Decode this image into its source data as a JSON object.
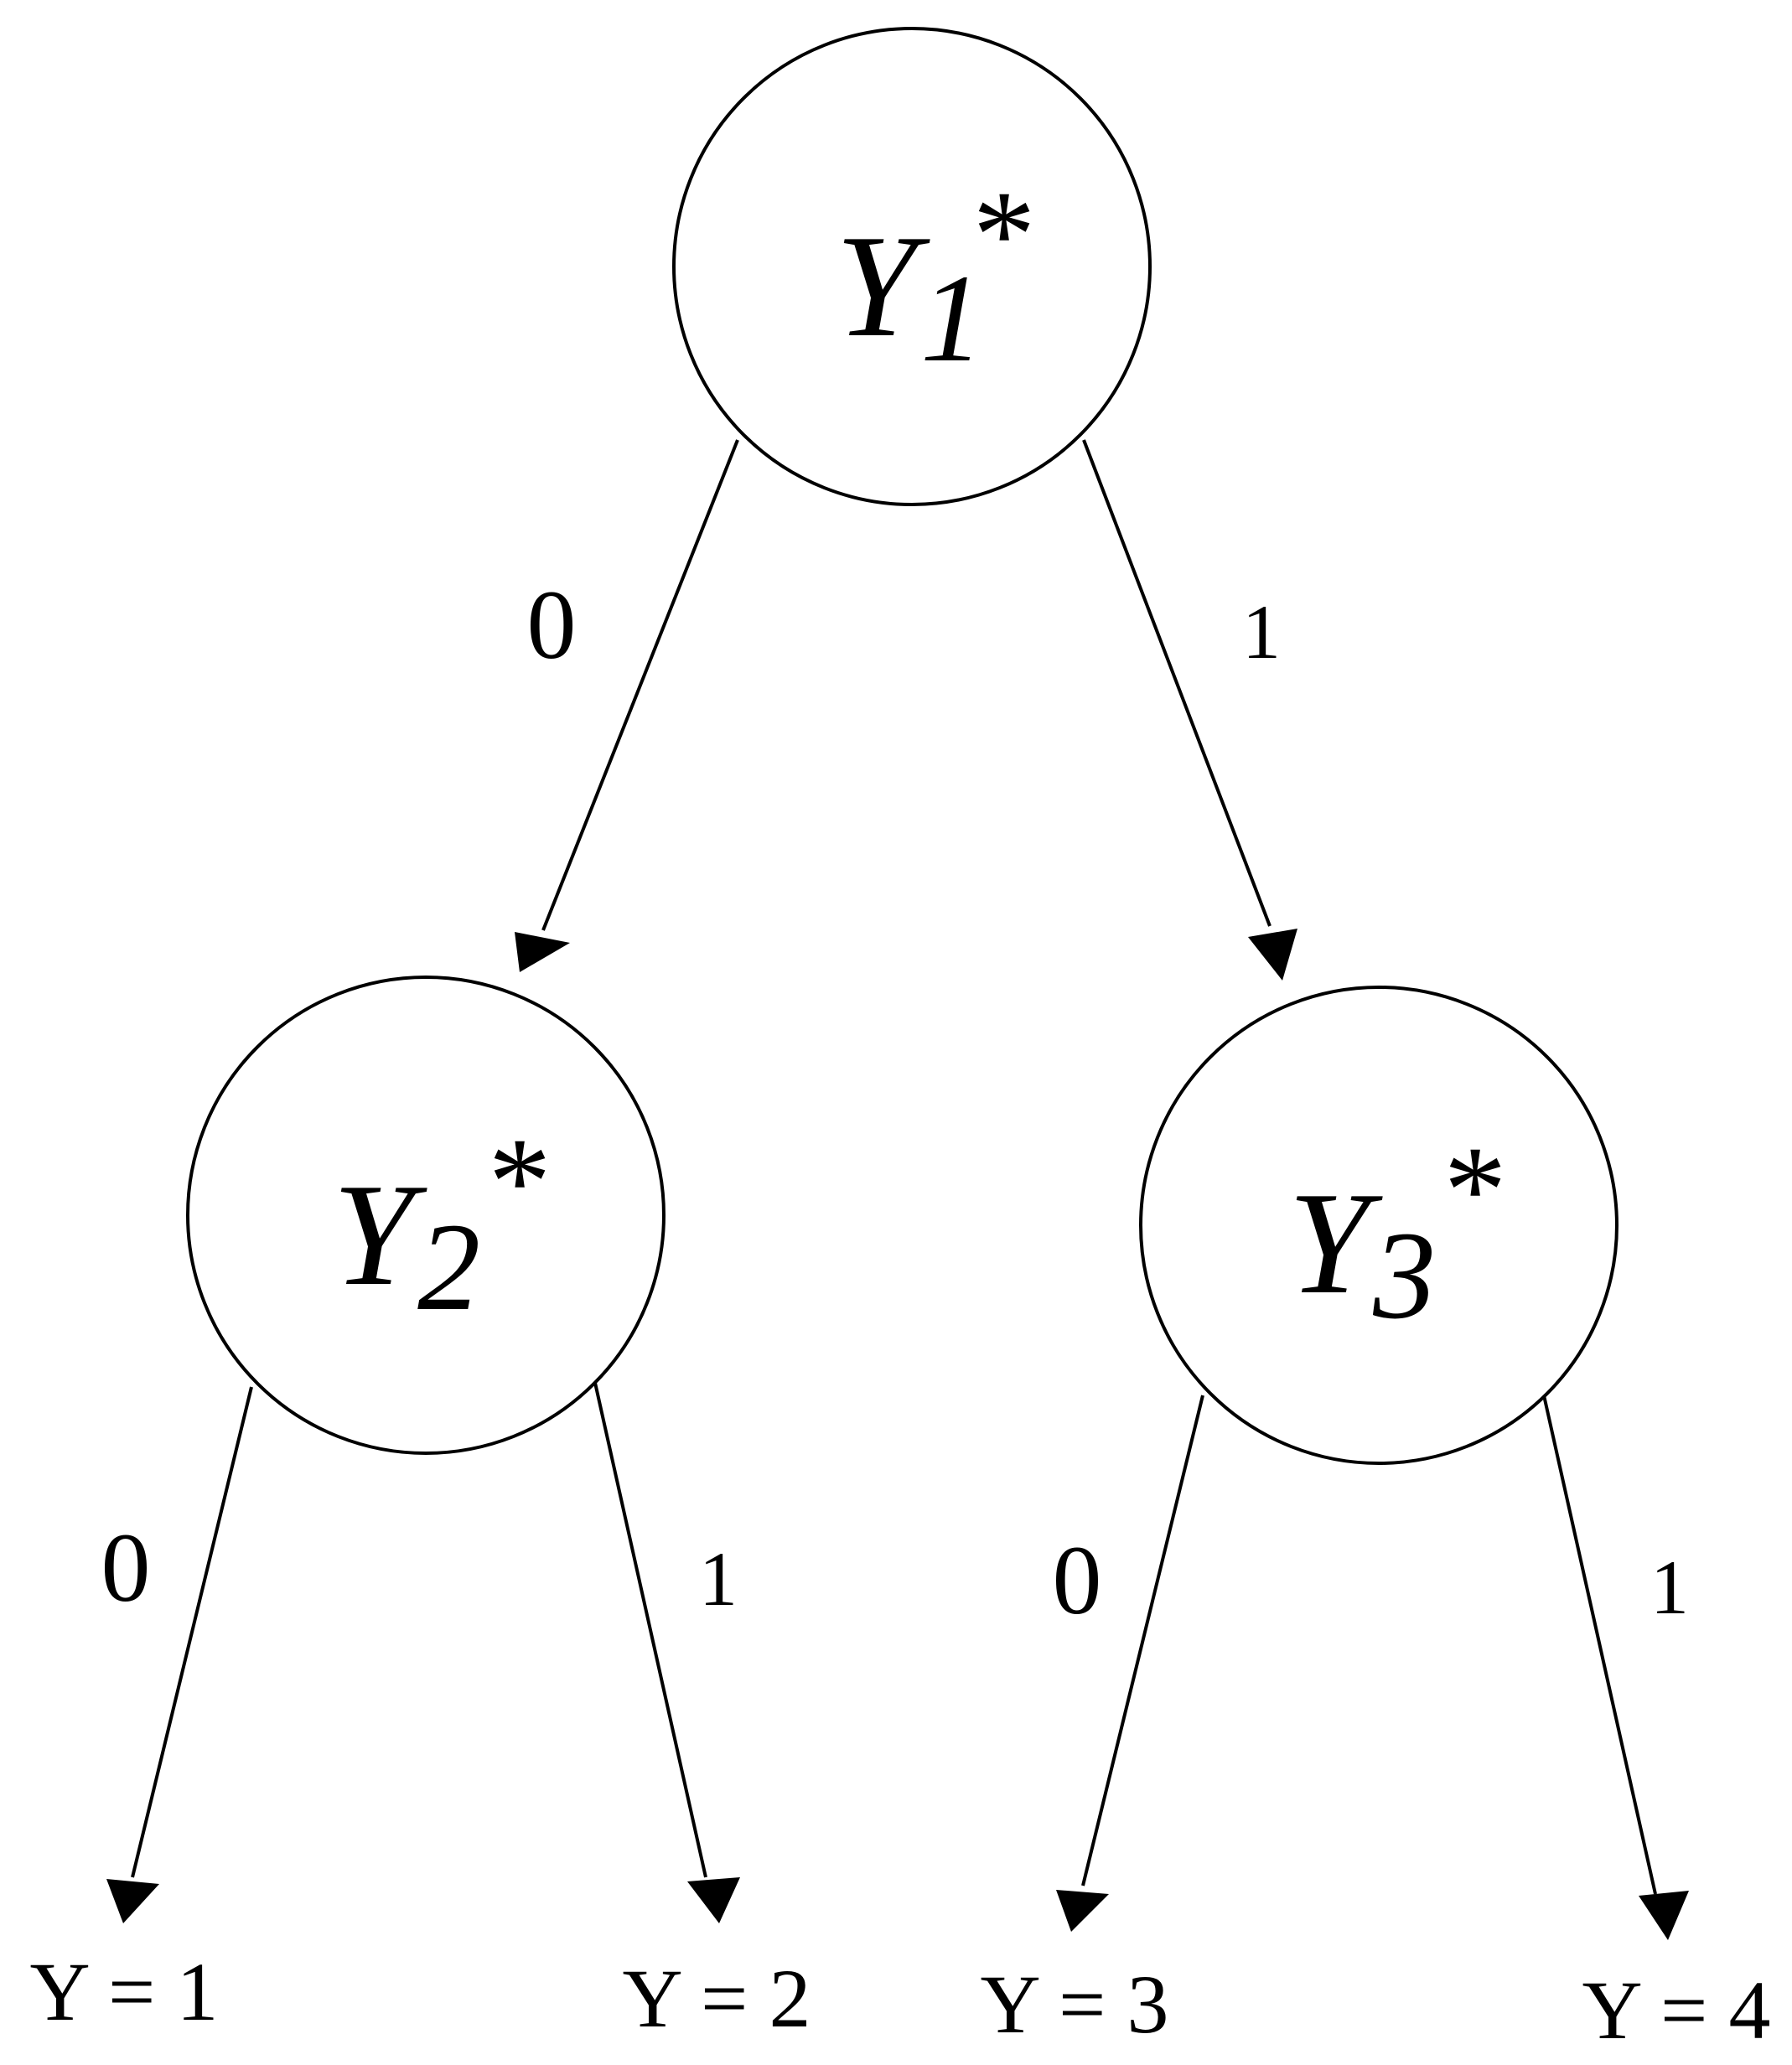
{
  "nodes": [
    {
      "id": "y1",
      "var": "Y",
      "sub": "1",
      "mark": "*"
    },
    {
      "id": "y2",
      "var": "Y",
      "sub": "2",
      "mark": "*"
    },
    {
      "id": "y3",
      "var": "Y",
      "sub": "3",
      "mark": "*"
    }
  ],
  "edges": [
    {
      "from": "y1",
      "to": "y2",
      "label": "0"
    },
    {
      "from": "y1",
      "to": "y3",
      "label": "1"
    },
    {
      "from": "y2",
      "to": "leaf1",
      "label": "0"
    },
    {
      "from": "y2",
      "to": "leaf2",
      "label": "1"
    },
    {
      "from": "y3",
      "to": "leaf3",
      "label": "0"
    },
    {
      "from": "y3",
      "to": "leaf4",
      "label": "1"
    }
  ],
  "leaves": [
    {
      "id": "leaf1",
      "label": "Y = 1"
    },
    {
      "id": "leaf2",
      "label": "Y = 2"
    },
    {
      "id": "leaf3",
      "label": "Y = 3"
    },
    {
      "id": "leaf4",
      "label": "Y = 4"
    }
  ]
}
